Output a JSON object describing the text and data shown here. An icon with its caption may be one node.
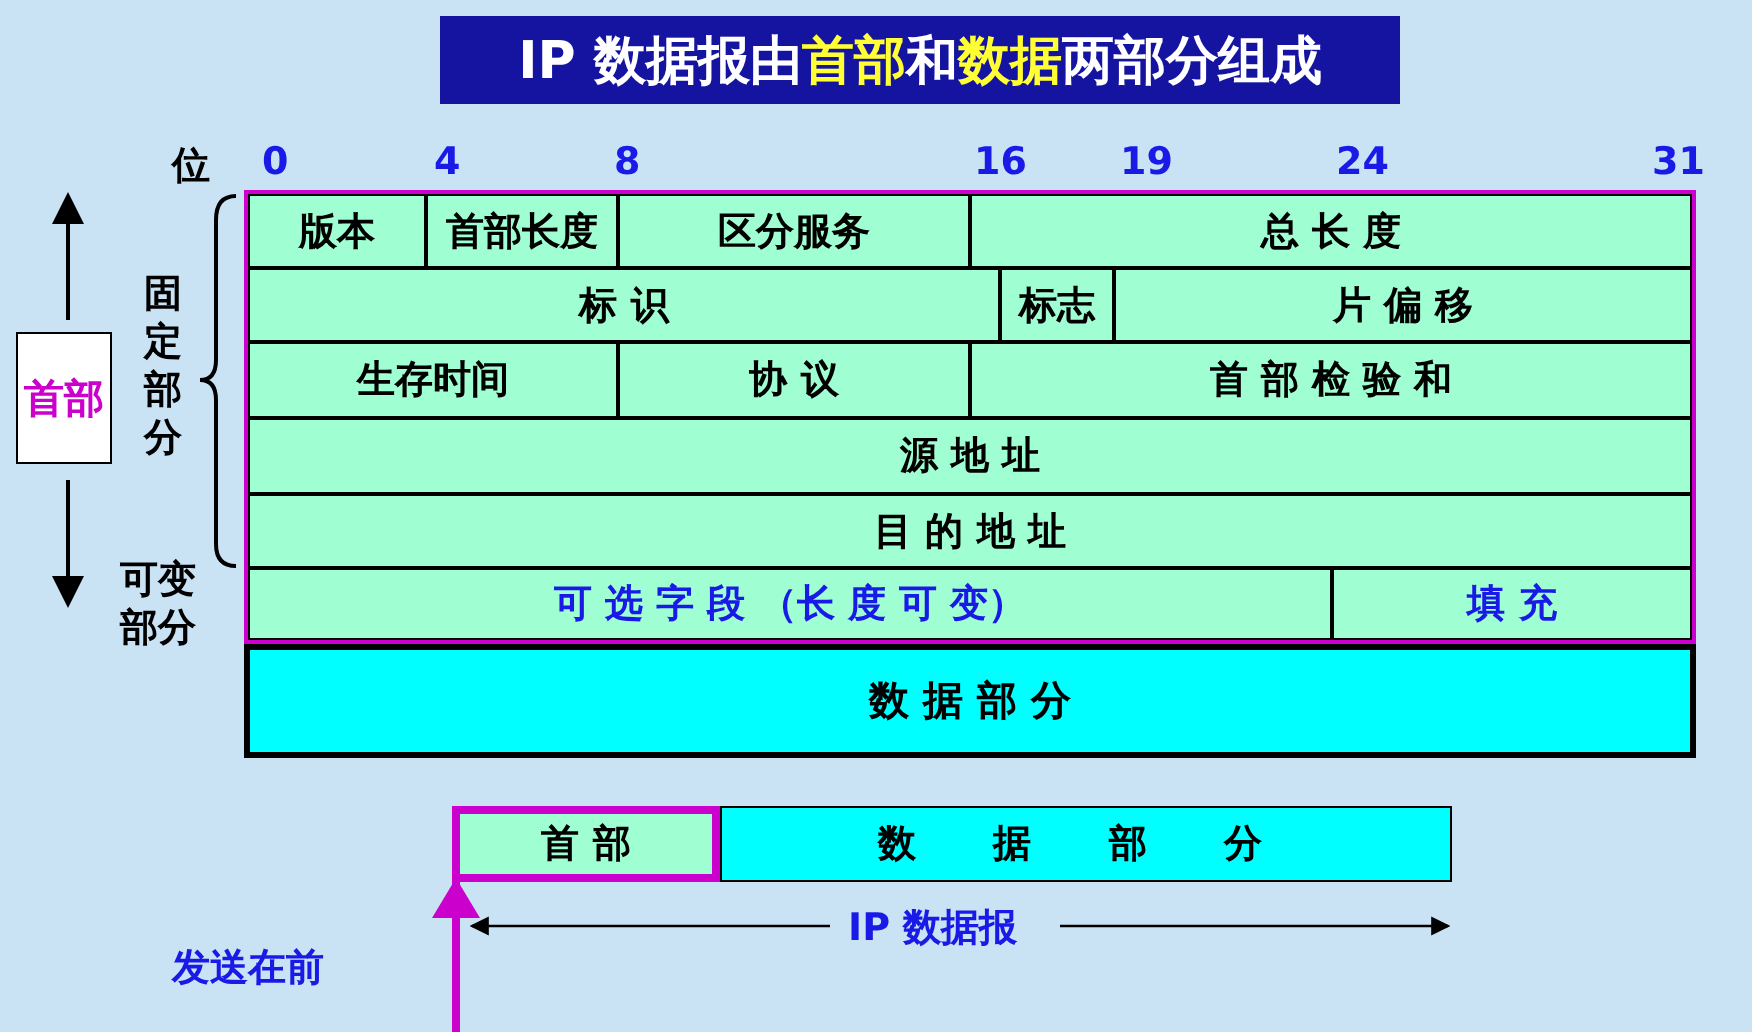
{
  "diagram": {
    "title": "IP 数据报由**首部**和**数据**两部分组成",
    "nodes": [
      {
        "text": [],
        "shape": "box"
      },
      {
        "text": [
          "版本"
        ],
        "in": 0
      },
      {
        "text": [
          "首部长度"
        ],
        "in": 0
      },
      {
        "text": [
          "区分服务"
        ],
        "in": 0
      },
      {
        "text": [
          "总 长 度"
        ],
        "in": 0
      },
      {
        "text": [
          "标 识"
        ],
        "in": 0
      },
      {
        "text": [
          "标志"
        ],
        "in": 0
      },
      {
        "text": [
          "片 偏 移"
        ],
        "in": 0
      },
      {
        "text": [
          "生存时间"
        ],
        "in": 0
      },
      {
        "text": [
          "协 议"
        ],
        "in": 0
      },
      {
        "text": [
          "首 部 检 验 和"
        ],
        "in": 0
      },
      {
        "text": [
          "源 地 址"
        ],
        "in": 0
      },
      {
        "text": [
          "目 的 地 址"
        ],
        "in": 0
      },
      {
        "text": [
          "可 选 字 段 （长 度 可 变）"
        ],
        "in": 0
      },
      {
        "text": [
          "填 充"
        ],
        "in": 0
      },
      {
        "text": [
          "数 据 部 分"
        ]
      },
      {
        "text": [
          "首部"
        ]
      },
      {
        "text": [
          "首 部"
        ]
      },
      {
        "text": [
          "数 据 部 分"
        ]
      }
    ],
    "edges": [
      {
        "from": null,
        "to": 17,
        "arrow": "to"
      }
    ],
    "labels": [
      "位",
      "0",
      "4",
      "8",
      "16",
      "19",
      "24",
      "31",
      "固定部分",
      "可变部分",
      "IP 数据报",
      "发送在前"
    ]
  }
}
